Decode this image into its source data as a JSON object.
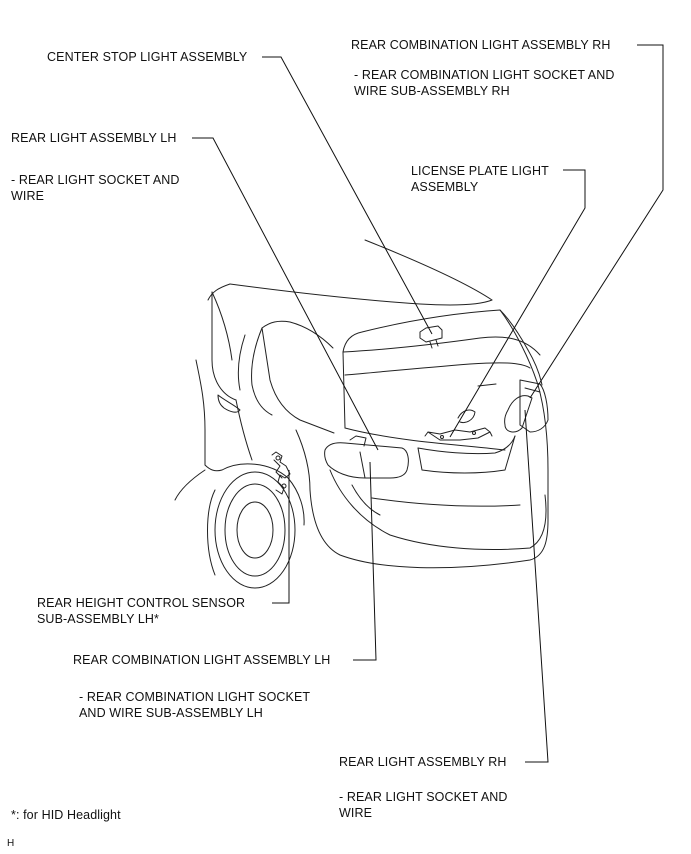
{
  "labels": {
    "center_stop": "CENTER STOP LIGHT ASSEMBLY",
    "rear_comb_rh": "REAR COMBINATION LIGHT ASSEMBLY RH",
    "rear_comb_rh_sub": "- REAR COMBINATION LIGHT SOCKET AND\nWIRE SUB-ASSEMBLY RH",
    "rear_light_lh": "REAR LIGHT ASSEMBLY LH",
    "rear_light_lh_sub": "- REAR LIGHT SOCKET AND\nWIRE",
    "license_plate": "LICENSE PLATE LIGHT\nASSEMBLY",
    "height_sensor": "REAR HEIGHT CONTROL SENSOR\nSUB-ASSEMBLY LH*",
    "rear_comb_lh": "REAR COMBINATION LIGHT ASSEMBLY LH",
    "rear_comb_lh_sub": "- REAR COMBINATION LIGHT SOCKET\nAND WIRE SUB-ASSEMBLY LH",
    "rear_light_rh": "REAR LIGHT ASSEMBLY RH",
    "rear_light_rh_sub": "- REAR LIGHT SOCKET AND\nWIRE",
    "footnote": "*: for HID Headlight",
    "corner_mark": "H"
  }
}
